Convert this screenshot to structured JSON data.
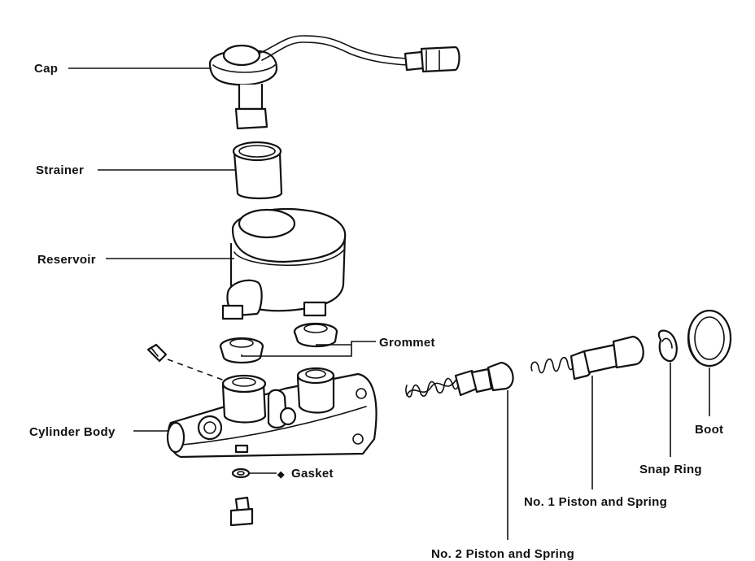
{
  "labels": {
    "cap": "Cap",
    "strainer": "Strainer",
    "reservoir": "Reservoir",
    "grommet": "Grommet",
    "cylinder_body": "Cylinder Body",
    "gasket": "Gasket",
    "no2_piston": "No. 2 Piston and Spring",
    "no1_piston": "No. 1 Piston and Spring",
    "snap_ring": "Snap Ring",
    "boot": "Boot"
  },
  "gasket_marker": "◆"
}
